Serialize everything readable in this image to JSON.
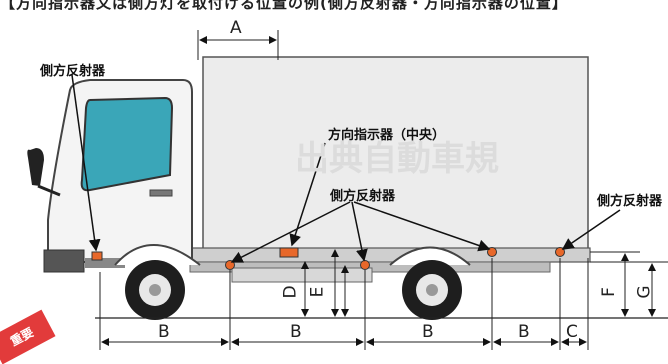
{
  "caption": "【方向指示器又は側方灯を取付ける位置の例(側方反射器・方向指示器の位置】",
  "labels": {
    "reflector_front": "側方反射器",
    "indicator_center": "方向指示器（中央）",
    "reflector_middle": "側方反射器",
    "reflector_rear": "側方反射器"
  },
  "watermark": "出典自動車規",
  "stamp": "重要",
  "dimensions": {
    "A": "A",
    "B1": "B",
    "B2": "B",
    "B3": "B",
    "B4": "B",
    "C": "C",
    "D": "D",
    "E": "E",
    "F": "F",
    "G": "G"
  },
  "colors": {
    "cab_window": "#3aa6b8",
    "lamp": "#e8682a",
    "body": "#ececec"
  }
}
